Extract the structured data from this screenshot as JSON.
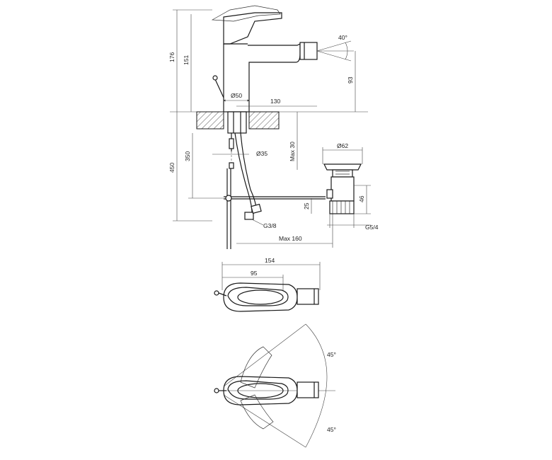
{
  "dimensions": {
    "h176": "176",
    "h151": "151",
    "angle40": "40°",
    "h93": "93",
    "d50": "Ø50",
    "w130": "130",
    "h350": "350",
    "h450": "450",
    "d35": "Ø35",
    "max30": "Max 30",
    "d62": "Ø62",
    "h46": "46",
    "h25": "25",
    "g38": "G3/8",
    "g54": "G5/4",
    "max160": "Max 160",
    "w154": "154",
    "w95": "95",
    "angle45a": "45°",
    "angle45b": "45°"
  }
}
